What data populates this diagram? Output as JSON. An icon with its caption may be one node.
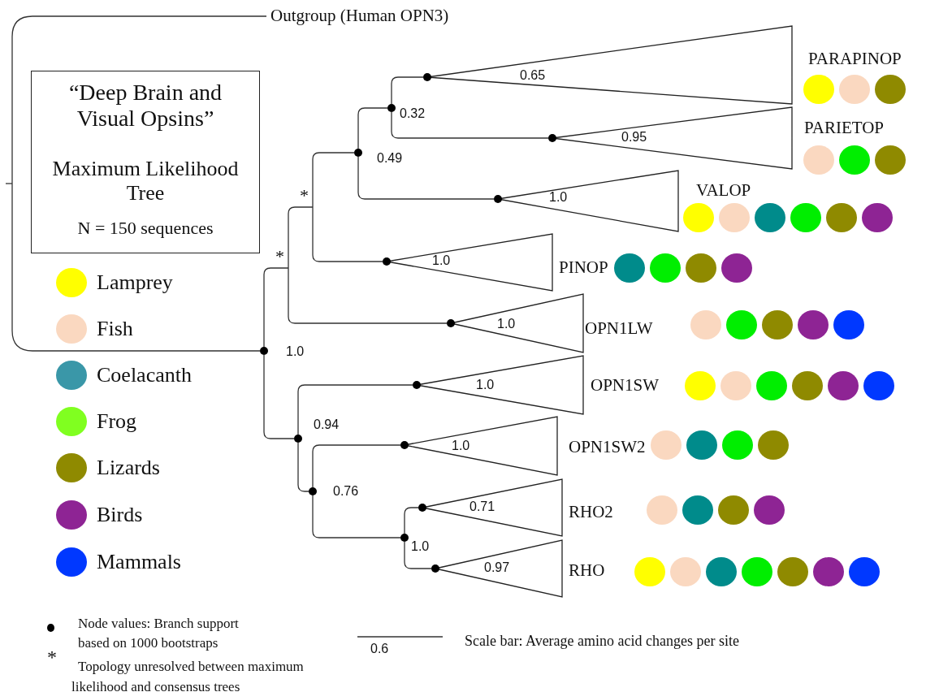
{
  "diagram": {
    "nodes": [
      {
        "text": [
          "“Deep Brain and Visual Opsins”",
          "Maximum Likelihood Tree",
          "N = 150 sequences"
        ]
      },
      {
        "text": [
          "Outgroup (Human OPN3)"
        ]
      },
      {
        "text": [],
        "shape": "circle",
        "beside": [
          "1.0"
        ]
      },
      {
        "text": [
          "*"
        ]
      },
      {
        "text": [
          "*"
        ]
      },
      {
        "text": [],
        "shape": "circle",
        "beside": [
          "0.49"
        ]
      },
      {
        "text": [],
        "shape": "circle",
        "beside": [
          "0.32"
        ]
      },
      {
        "text": [
          "0.65",
          "PARAPINOP"
        ]
      },
      {
        "text": [
          "0.95",
          "PARIETOP"
        ]
      },
      {
        "text": [
          "1.0",
          "VALOP"
        ]
      },
      {
        "text": [
          "1.0",
          "PINOP"
        ]
      },
      {
        "text": [
          "1.0",
          "OPN1LW"
        ]
      },
      {
        "text": [],
        "shape": "circle",
        "beside": [
          "0.94"
        ]
      },
      {
        "text": [
          "1.0",
          "OPN1SW"
        ]
      },
      {
        "text": [],
        "shape": "circle",
        "beside": [
          "0.76"
        ]
      },
      {
        "text": [
          "1.0",
          "OPN1SW2"
        ]
      },
      {
        "text": [],
        "shape": "circle",
        "beside": [
          "1.0"
        ]
      },
      {
        "text": [
          "0.71",
          "RHO2"
        ]
      },
      {
        "text": [
          "0.97",
          "RHO"
        ]
      },
      {
        "text": [],
        "shape": "circle"
      },
      {
        "text": [],
        "shape": "circle"
      },
      {
        "text": [],
        "shape": "circle"
      },
      {
        "text": [],
        "shape": "circle"
      },
      {
        "text": [],
        "shape": "circle"
      },
      {
        "text": [],
        "shape": "circle"
      },
      {
        "text": [],
        "shape": "circle"
      },
      {
        "text": [],
        "shape": "circle"
      },
      {
        "text": [],
        "shape": "circle"
      },
      {
        "text": [],
        "shape": "circle"
      },
      {
        "text": [],
        "shape": "circle"
      },
      {
        "text": [],
        "shape": "circle"
      },
      {
        "text": [],
        "shape": "circle"
      },
      {
        "text": [],
        "shape": "circle"
      },
      {
        "text": [],
        "shape": "circle"
      },
      {
        "text": [],
        "shape": "circle"
      },
      {
        "text": [],
        "shape": "circle"
      },
      {
        "text": [],
        "shape": "circle"
      },
      {
        "text": [],
        "shape": "circle"
      },
      {
        "text": [],
        "shape": "circle"
      },
      {
        "text": [],
        "shape": "circle"
      },
      {
        "text": [],
        "shape": "circle"
      },
      {
        "text": [],
        "shape": "circle"
      },
      {
        "text": [],
        "shape": "circle"
      },
      {
        "text": [],
        "shape": "circle"
      },
      {
        "text": [],
        "shape": "circle"
      },
      {
        "text": [],
        "shape": "circle"
      },
      {
        "text": [],
        "shape": "circle"
      },
      {
        "text": [],
        "shape": "circle"
      },
      {
        "text": [],
        "shape": "circle"
      },
      {
        "text": [],
        "shape": "circle"
      },
      {
        "text": [],
        "shape": "circle"
      },
      {
        "text": [],
        "shape": "circle"
      },
      {
        "text": [],
        "shape": "circle"
      },
      {
        "text": [],
        "shape": "circle"
      },
      {
        "text": [],
        "shape": "circle"
      },
      {
        "text": [],
        "shape": "circle"
      },
      {
        "text": [],
        "shape": "circle"
      },
      {
        "text": [],
        "shape": "circle"
      },
      {
        "text": [],
        "shape": "circle"
      },
      {
        "text": [],
        "shape": "circle"
      },
      {
        "text": [],
        "shape": "circle"
      }
    ],
    "edges": [
      {
        "from": 2,
        "to": 1,
        "arrow": "none"
      },
      {
        "from": 2,
        "to": 3,
        "arrow": "none"
      },
      {
        "from": 3,
        "to": 4,
        "arrow": "none"
      },
      {
        "from": 3,
        "to": 11,
        "arrow": "none"
      },
      {
        "from": 4,
        "to": 5,
        "arrow": "none"
      },
      {
        "from": 4,
        "to": 10,
        "arrow": "none"
      },
      {
        "from": 5,
        "to": 6,
        "arrow": "none"
      },
      {
        "from": 5,
        "to": 9,
        "arrow": "none"
      },
      {
        "from": 6,
        "to": 7,
        "arrow": "none"
      },
      {
        "from": 6,
        "to": 8,
        "arrow": "none"
      },
      {
        "from": 2,
        "to": 12,
        "arrow": "none"
      },
      {
        "from": 12,
        "to": 13,
        "arrow": "none"
      },
      {
        "from": 12,
        "to": 14,
        "arrow": "none"
      },
      {
        "from": 14,
        "to": 15,
        "arrow": "none"
      },
      {
        "from": 14,
        "to": 16,
        "arrow": "none"
      },
      {
        "from": 16,
        "to": 17,
        "arrow": "none"
      },
      {
        "from": 16,
        "to": 18,
        "arrow": "none"
      }
    ],
    "labels": [
      "*",
      "Topology unresolved between maximum likelihood and consensus trees",
      "0.6",
      "Scale bar: Average amino acid changes per site"
    ],
    "legend": [
      {
        "text": "Lamprey",
        "color": "#ffff00"
      },
      {
        "text": "Fish",
        "color": "#fad8c0"
      },
      {
        "text": "Coelacanth",
        "color": "#3a97a8"
      },
      {
        "text": "Frog",
        "color": "#80ff20"
      },
      {
        "text": "Lizards",
        "color": "#8f8a00"
      },
      {
        "text": "Birds",
        "color": "#8e2494"
      },
      {
        "text": "Mammals",
        "color": "#0038ff"
      },
      {
        "text": "Node values: Branch support based on 1000 bootstraps"
      }
    ]
  }
}
